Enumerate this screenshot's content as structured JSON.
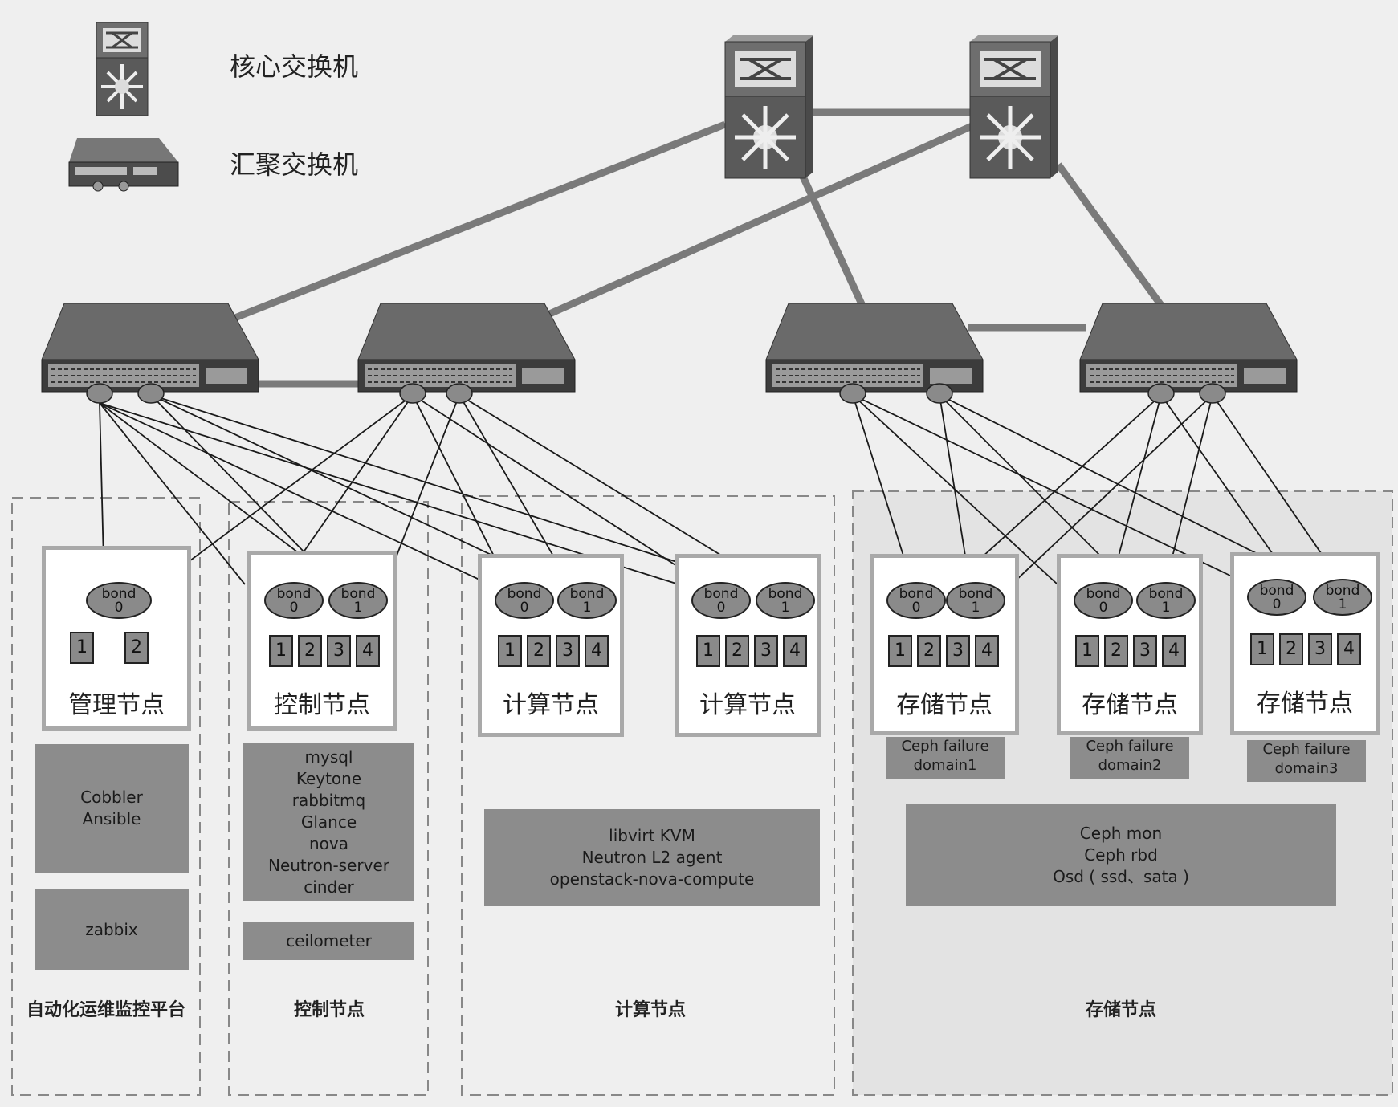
{
  "legend": {
    "core_switch": "核心交换机",
    "aggregation_switch": "汇聚交换机"
  },
  "zones": {
    "ops": "自动化运维监控平台",
    "control": "控制节点",
    "compute": "计算节点",
    "storage": "存储节点"
  },
  "nodes": {
    "mgmt": {
      "title": "管理节点",
      "bond0": [
        "bond",
        "0"
      ],
      "ports": [
        "1",
        "2"
      ]
    },
    "control": {
      "title": "控制节点",
      "bond0": [
        "bond",
        "0"
      ],
      "bond1": [
        "bond",
        "1"
      ],
      "ports": [
        "1",
        "2",
        "3",
        "4"
      ]
    },
    "compute1": {
      "title": "计算节点",
      "bond0": [
        "bond",
        "0"
      ],
      "bond1": [
        "bond",
        "1"
      ],
      "ports": [
        "1",
        "2",
        "3",
        "4"
      ]
    },
    "compute2": {
      "title": "计算节点",
      "bond0": [
        "bond",
        "0"
      ],
      "bond1": [
        "bond",
        "1"
      ],
      "ports": [
        "1",
        "2",
        "3",
        "4"
      ]
    },
    "storage1": {
      "title": "存储节点",
      "bond0": [
        "bond",
        "0"
      ],
      "bond1": [
        "bond",
        "1"
      ],
      "ports": [
        "1",
        "2",
        "3",
        "4"
      ]
    },
    "storage2": {
      "title": "存储节点",
      "bond0": [
        "bond",
        "0"
      ],
      "bond1": [
        "bond",
        "1"
      ],
      "ports": [
        "1",
        "2",
        "3",
        "4"
      ]
    },
    "storage3": {
      "title": "存储节点",
      "bond0": [
        "bond",
        "0"
      ],
      "bond1": [
        "bond",
        "1"
      ],
      "ports": [
        "1",
        "2",
        "3",
        "4"
      ]
    }
  },
  "failure_domains": [
    [
      "Ceph failure",
      "domain1"
    ],
    [
      "Ceph failure",
      "domain2"
    ],
    [
      "Ceph failure",
      "domain3"
    ]
  ],
  "services": {
    "ops_deploy": [
      "Cobbler",
      "Ansible"
    ],
    "ops_monitor": [
      "zabbix"
    ],
    "control_main": [
      "mysql",
      "Keytone",
      "rabbitmq",
      "Glance",
      "nova",
      "Neutron-server",
      "cinder"
    ],
    "control_extra": [
      "ceilometer"
    ],
    "compute": [
      "libvirt  KVM",
      "Neutron L2 agent",
      "openstack-nova-compute"
    ],
    "storage": [
      "Ceph mon",
      "Ceph rbd",
      "Osd ( ssd、sata )"
    ]
  }
}
